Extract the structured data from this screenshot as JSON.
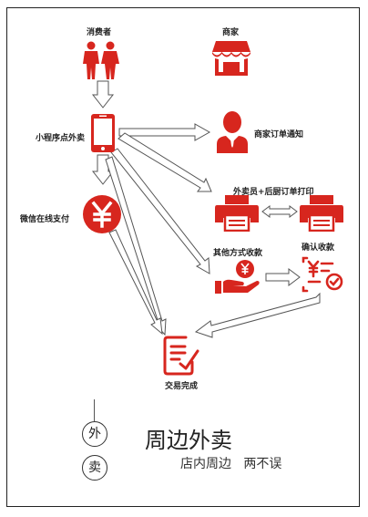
{
  "nodes": {
    "consumer": "消费者",
    "merchant": "商家",
    "mini_program": "小程序点外卖",
    "merchant_notify": "商家订单通知",
    "print_order": "外卖员+后厨订单打印",
    "wechat_pay": "微信在线支付",
    "other_pay": "其他方式收款",
    "confirm_pay": "确认收款",
    "deal_done": "交易完成"
  },
  "footer": {
    "circle_1": "外",
    "circle_2": "卖",
    "title": "周边外卖",
    "slogan": "店内周边   两不误"
  },
  "colors": {
    "accent": "#d7261e",
    "arrow_outline": "#555555"
  }
}
